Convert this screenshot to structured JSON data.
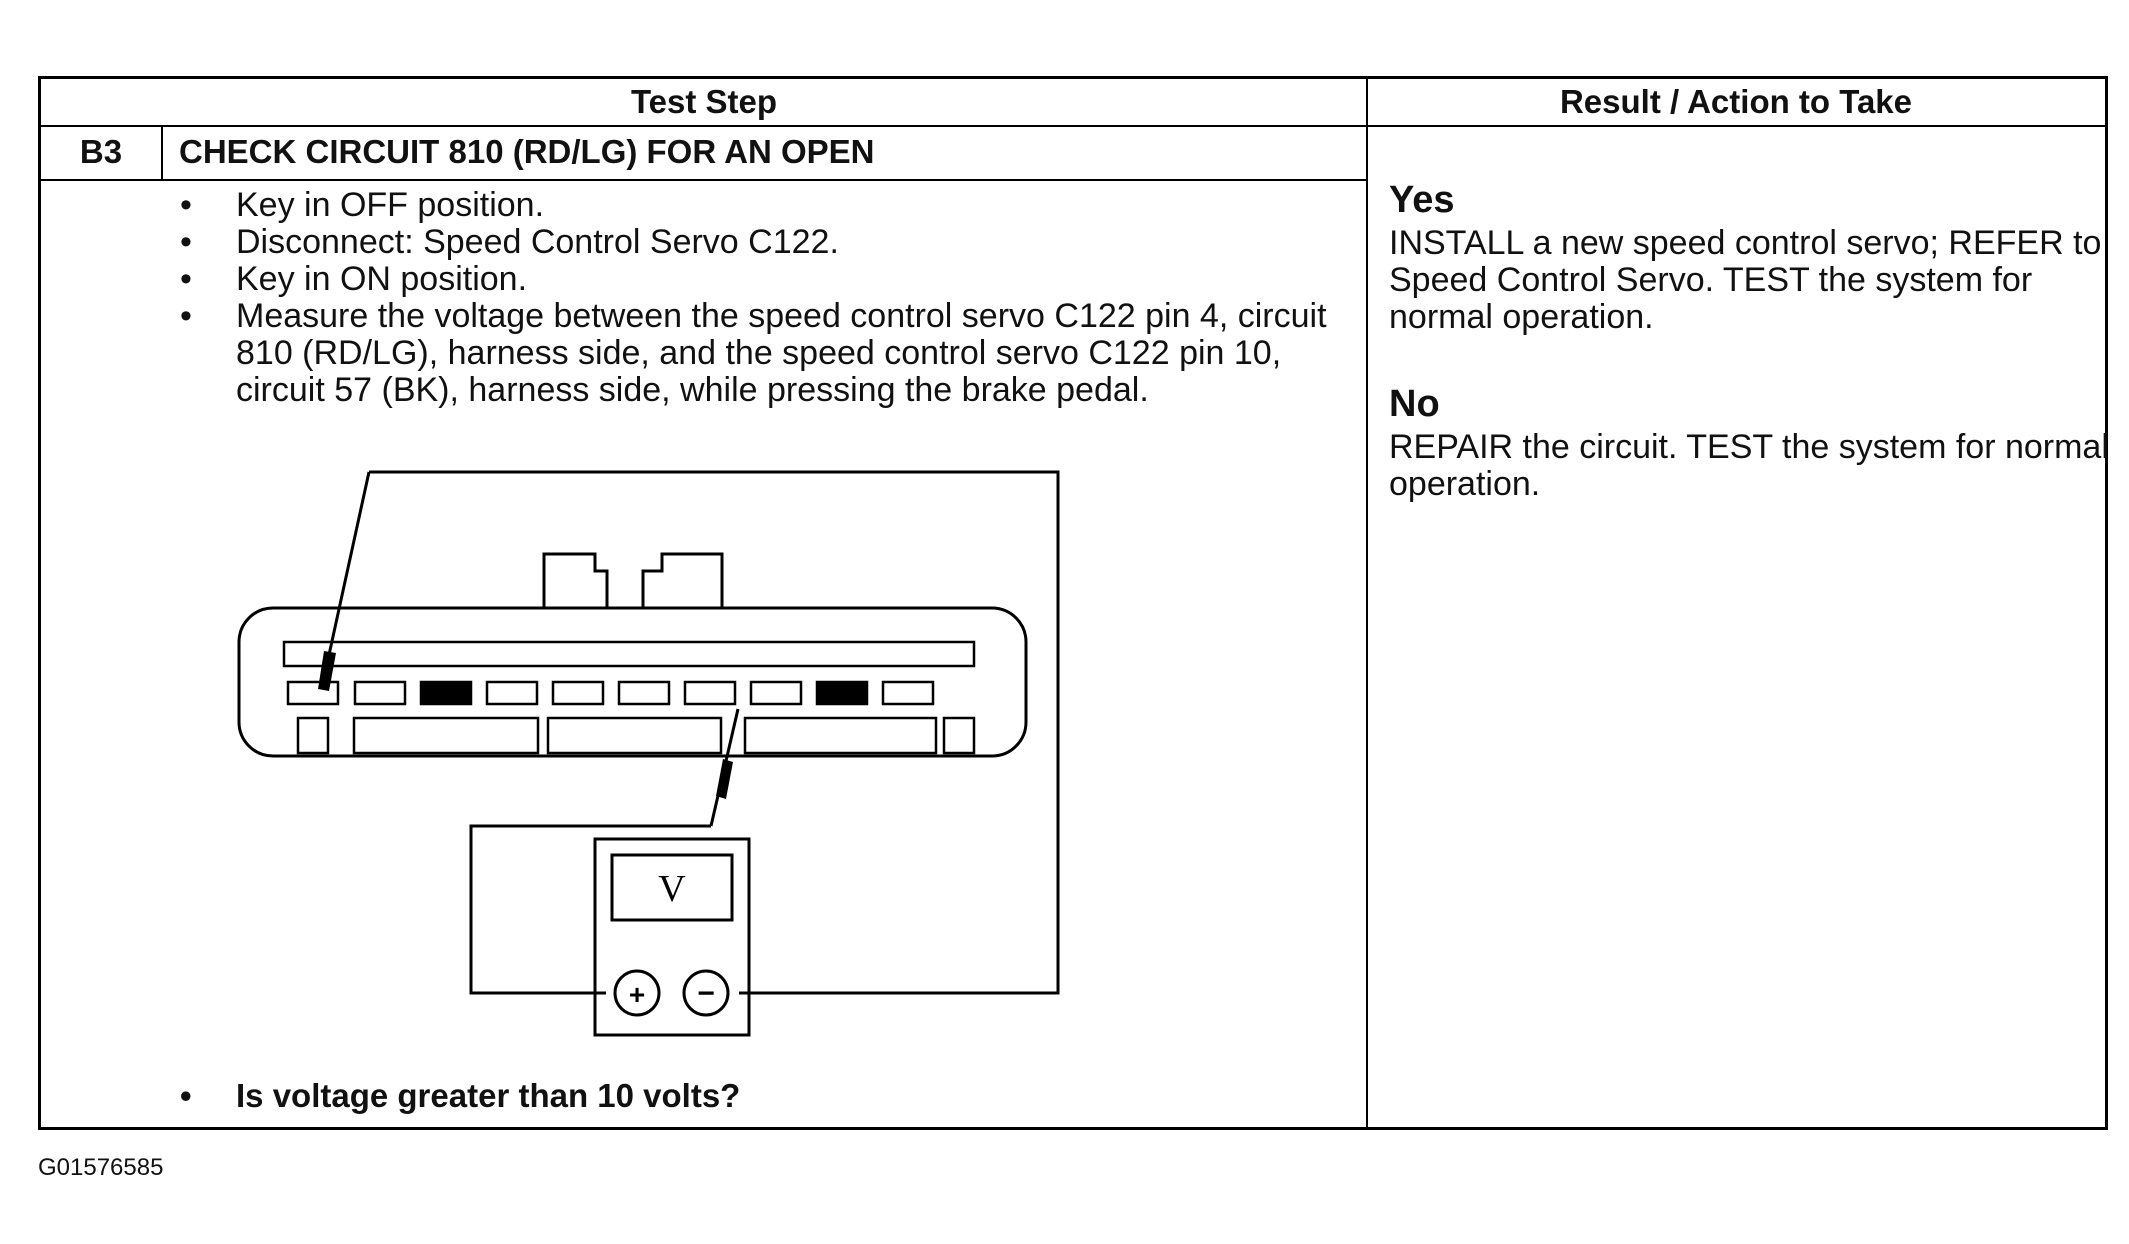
{
  "table": {
    "header_test_step": "Test Step",
    "header_result": "Result / Action to Take"
  },
  "step": {
    "id": "B3",
    "title": "CHECK CIRCUIT 810 (RD/LG) FOR AN OPEN",
    "instructions": [
      "Key in OFF position.",
      "Disconnect: Speed Control Servo C122.",
      "Key in ON position.",
      "Measure the voltage between the speed control servo C122 pin 4, circuit 810 (RD/LG), harness side, and the speed control servo C122 pin 10, circuit 57 (BK), harness side, while pressing the brake pedal."
    ],
    "question": "Is voltage greater than 10 volts?"
  },
  "diagram": {
    "meter_display": "V",
    "plus_terminal": "+",
    "minus_terminal": "−"
  },
  "results": {
    "yes": {
      "label": "Yes",
      "text": "INSTALL a new speed control servo; REFER to Speed Control Servo. TEST the system for normal operation."
    },
    "no": {
      "label": "No",
      "text": "REPAIR the circuit. TEST the system for normal operation."
    }
  },
  "figure_id": "G01576585"
}
